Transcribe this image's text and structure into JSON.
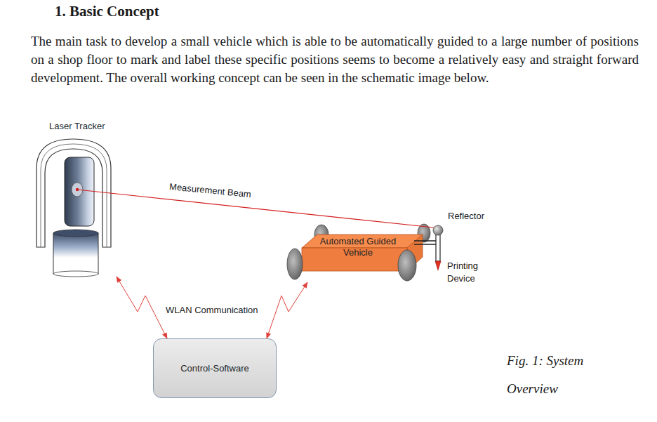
{
  "diagram": {
    "title": "1. Basic Concept",
    "caption": "Fig. 1: System Overview",
    "nodes": [
      {
        "text": [
          "Laser Tracker"
        ]
      },
      {
        "text": [
          "Automated Guided Vehicle"
        ]
      },
      {
        "text": [
          "Control-Software"
        ]
      }
    ],
    "edges": [
      {
        "from": 0,
        "to": 1,
        "label": "Measurement Beam",
        "arrow": "none"
      },
      {
        "from": 0,
        "to": 2,
        "arrow": "both"
      },
      {
        "from": 1,
        "to": 2,
        "arrow": "both"
      }
    ],
    "labels": [
      "The main task to develop a small vehicle which is able to be automatically guided to a large number of positions on a shop floor to mark and label these specific positions seems to become a relatively easy and straight forward development. The overall working concept can be seen in the schematic image below.",
      "Reflector",
      "Printing Device",
      "WLAN Communication"
    ]
  }
}
